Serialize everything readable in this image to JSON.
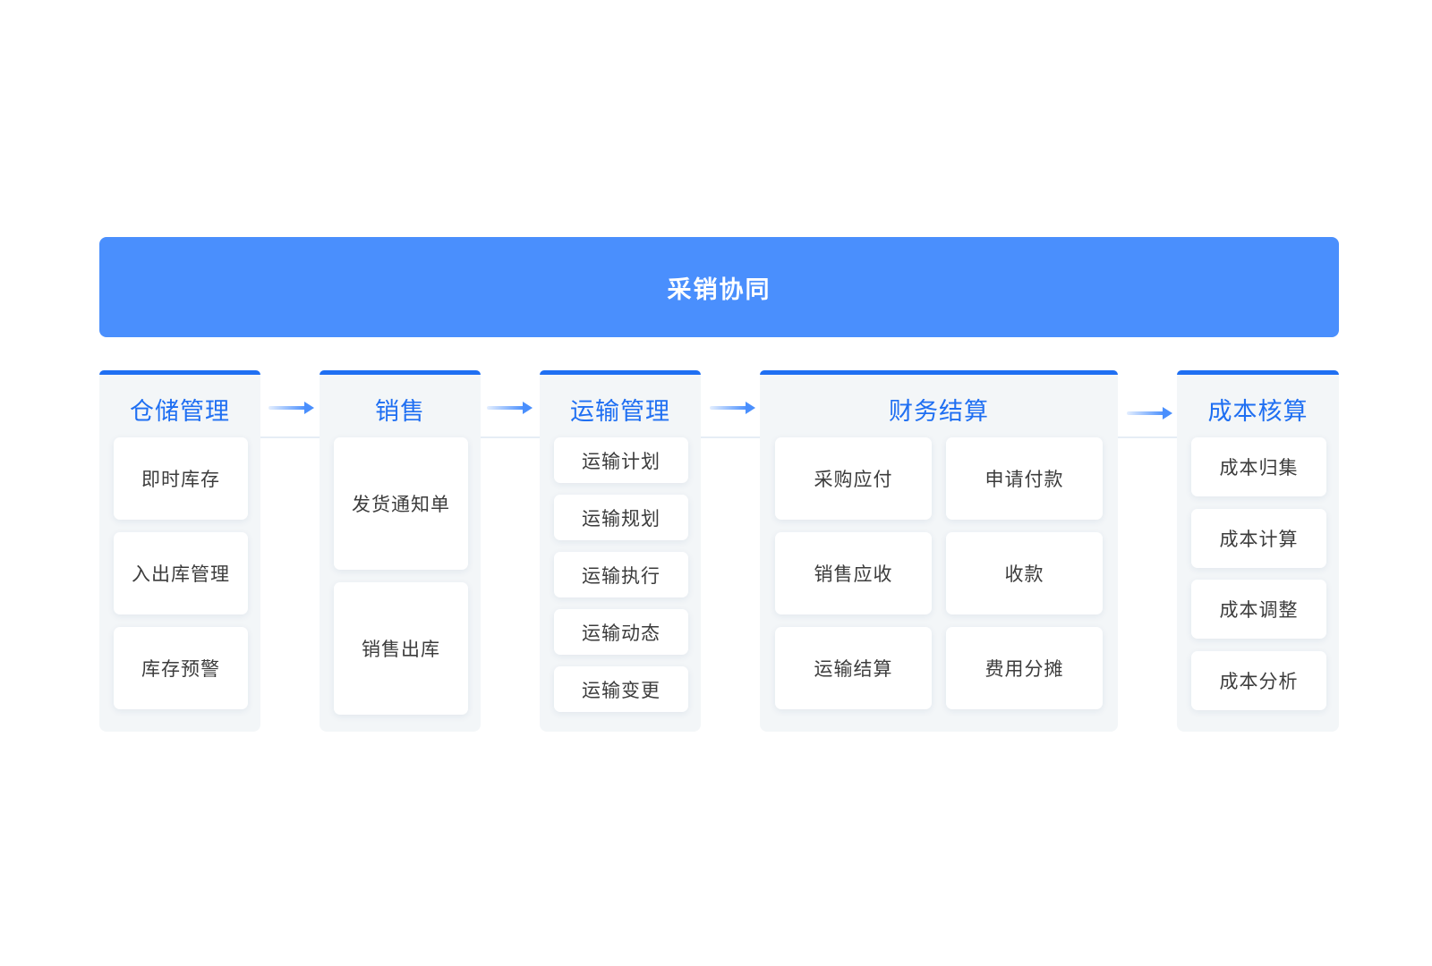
{
  "banner": {
    "title": "采销协同"
  },
  "modules": [
    {
      "title": "仓储管理",
      "items": [
        "即时库存",
        "入出库管理",
        "库存预警"
      ]
    },
    {
      "title": "销售",
      "items": [
        "发货通知单",
        "销售出库"
      ]
    },
    {
      "title": "运输管理",
      "items": [
        "运输计划",
        "运输规划",
        "运输执行",
        "运输动态",
        "运输变更"
      ]
    },
    {
      "title": "财务结算",
      "items": [
        "采购应付",
        "申请付款",
        "销售应收",
        "收款",
        "运输结算",
        "费用分摊"
      ]
    },
    {
      "title": "成本核算",
      "items": [
        "成本归集",
        "成本计算",
        "成本调整",
        "成本分析"
      ]
    }
  ],
  "colors": {
    "banner": "#4a8ffd",
    "accent": "#1f6ff2",
    "module_bg": "#f3f6f8",
    "arrow": "#4a8ffd"
  }
}
